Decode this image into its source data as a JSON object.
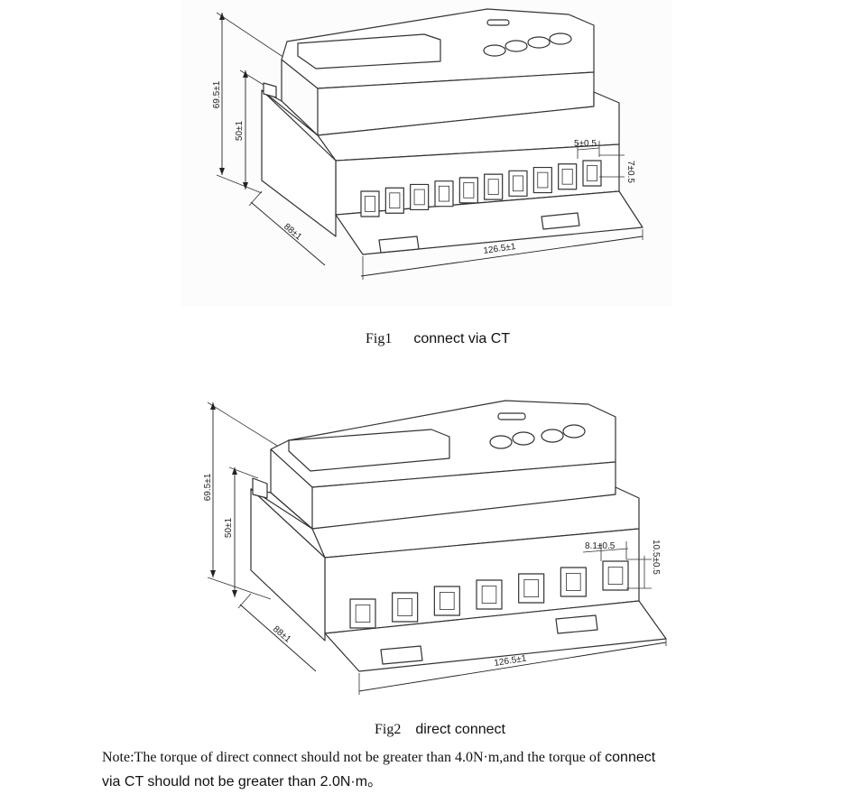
{
  "figure1": {
    "caption_num": "Fig1",
    "caption_text": "connect via CT",
    "dims": {
      "height_total": "69.5±1",
      "height_body": "50±1",
      "depth": "88±1",
      "width": "126.5±1",
      "terminal_w": "5±0.5",
      "terminal_h": "7±0.5"
    },
    "terminal_count": 10
  },
  "figure2": {
    "caption_num": "Fig2",
    "caption_text": "direct connect",
    "dims": {
      "height_total": "69.5±1",
      "height_body": "50±1",
      "depth": "88±1",
      "width": "126.5±1",
      "terminal_w": "8.1±0.5",
      "terminal_h": "10.5±0.5"
    },
    "terminal_count": 7
  },
  "note": {
    "prefix": "Note:The torque of direct connect should not be greater than 4.0N·m,and the torque of",
    "suffix": "connect",
    "line2": "via CT should not be greater than 2.0N·m。"
  }
}
